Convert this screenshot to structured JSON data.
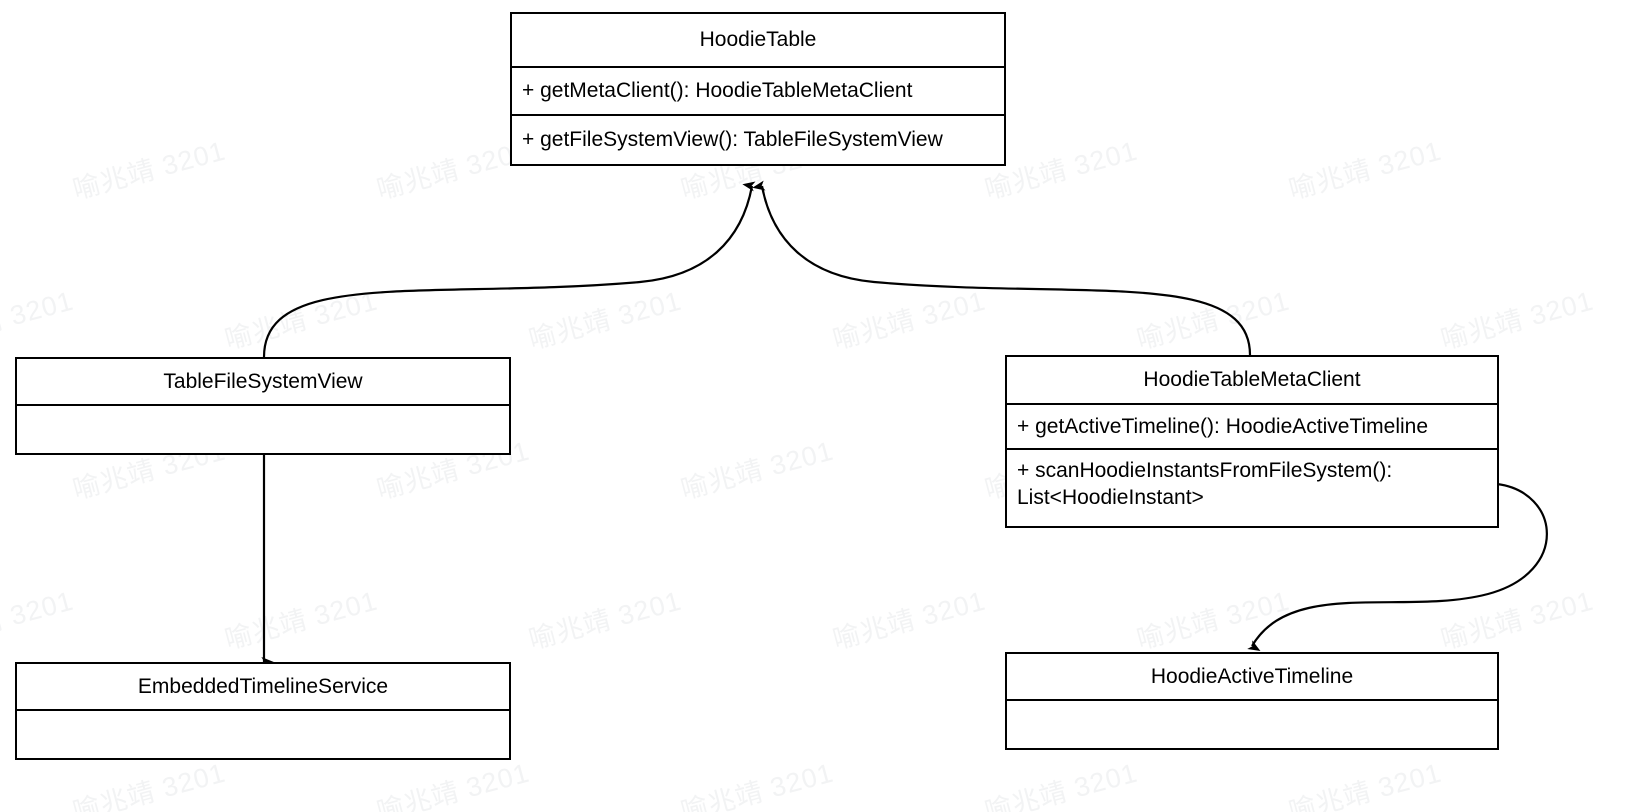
{
  "diagram": {
    "type": "uml-class-diagram",
    "background_color": "#ffffff",
    "line_color": "#000000",
    "watermark": {
      "text": "喻兆靖 3201",
      "color": "#f2f3f4",
      "rotation_deg": -15
    }
  },
  "classes": [
    {
      "id": "hoodie-table",
      "name": "HoodieTable",
      "members": [
        "+ getMetaClient(): HoodieTableMetaClient",
        "+ getFileSystemView(): TableFileSystemView"
      ]
    },
    {
      "id": "table-file-system-view",
      "name": "TableFileSystemView",
      "members": [
        ""
      ]
    },
    {
      "id": "hoodie-table-meta-client",
      "name": "HoodieTableMetaClient",
      "members": [
        "+ getActiveTimeline(): HoodieActiveTimeline",
        "+ scanHoodieInstantsFromFileSystem(): List<HoodieInstant>"
      ]
    },
    {
      "id": "embedded-timeline-service",
      "name": "EmbeddedTimelineService",
      "members": [
        ""
      ]
    },
    {
      "id": "hoodie-active-timeline",
      "name": "HoodieActiveTimeline",
      "members": [
        ""
      ]
    }
  ],
  "edges": [
    {
      "from": "table-file-system-view",
      "to": "hoodie-table",
      "style": "curved",
      "arrow": "open-arrow"
    },
    {
      "from": "hoodie-table-meta-client",
      "to": "hoodie-table",
      "style": "curved",
      "arrow": "open-arrow"
    },
    {
      "from": "table-file-system-view",
      "to": "embedded-timeline-service",
      "style": "straight",
      "arrow": "open-arrow"
    },
    {
      "from": "hoodie-table-meta-client",
      "to": "hoodie-active-timeline",
      "style": "curved",
      "arrow": "open-arrow"
    }
  ]
}
